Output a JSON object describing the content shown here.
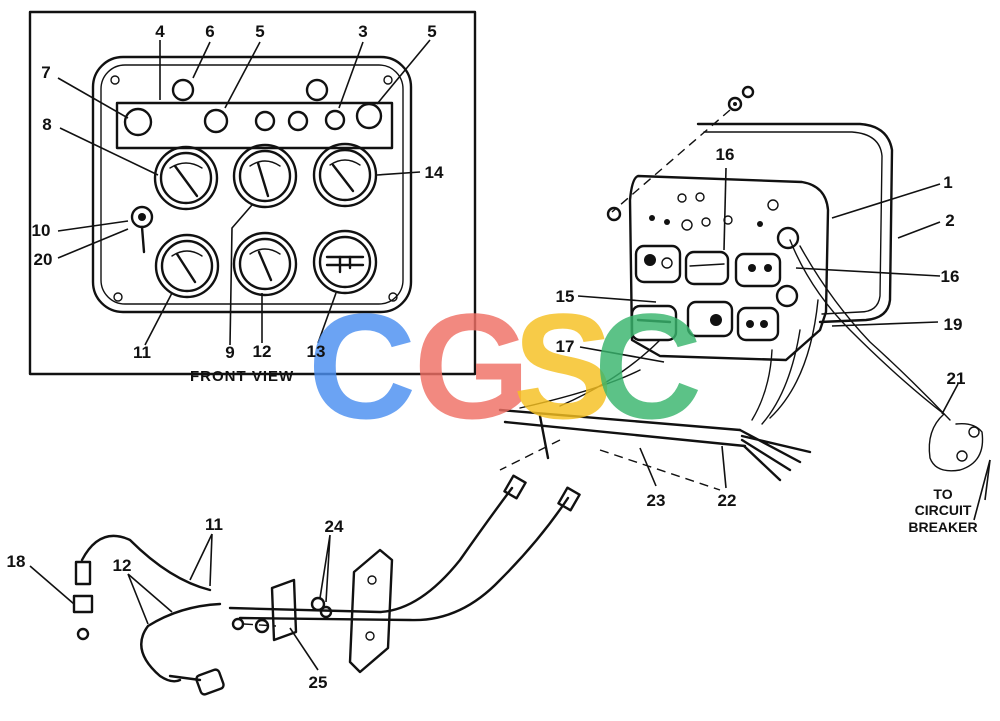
{
  "front_view": {
    "caption": "FRONT VIEW",
    "callouts": [
      "4",
      "6",
      "5",
      "3",
      "5",
      "7",
      "8",
      "14",
      "10",
      "20",
      "11",
      "9",
      "12",
      "13"
    ]
  },
  "assembly": {
    "callouts": [
      "16",
      "1",
      "2",
      "16",
      "15",
      "19",
      "17",
      "21",
      "23",
      "22",
      "11",
      "24",
      "18",
      "12",
      "25"
    ],
    "circuit_breaker_label": [
      "TO",
      "CIRCUIT",
      "BREAKER"
    ]
  },
  "watermark": {
    "letters": [
      "C",
      "G",
      "S",
      "C"
    ],
    "colors": [
      "#4a8ff0",
      "#ef6f64",
      "#f5c020",
      "#38b56c"
    ]
  }
}
